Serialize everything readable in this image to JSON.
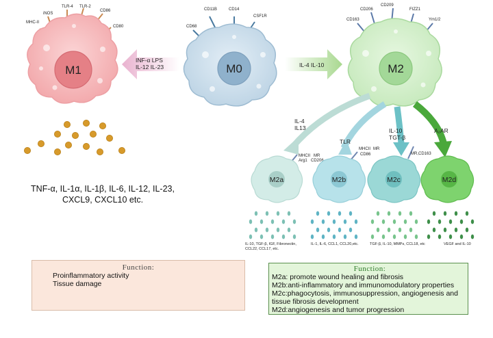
{
  "cells": {
    "m0": {
      "label": "M0",
      "markers": [
        "CD11B",
        "CD14",
        "CSF1R",
        "CD68"
      ]
    },
    "m1": {
      "label": "M1",
      "markers": [
        "iNOS",
        "TLR-4",
        "TLR-2",
        "CD86",
        "MHC-II",
        "CD80"
      ]
    },
    "m2": {
      "label": "M2",
      "markers": [
        "CD206",
        "CD209",
        "FIZZ1",
        "CD163",
        "Ym1/2"
      ]
    },
    "m2a": {
      "label": "M2a",
      "markers": [
        "MHCII",
        "MR",
        "Arg1",
        "CD206"
      ]
    },
    "m2b": {
      "label": "M2b",
      "markers": [
        "MHCII",
        "MR",
        "CD86"
      ]
    },
    "m2c": {
      "label": "M2c",
      "markers": [
        "MR,CD163"
      ]
    },
    "m2d": {
      "label": "M2d",
      "markers": []
    }
  },
  "arrows": {
    "to_m1": {
      "lines": [
        "INF-α  LPS",
        "IL-12  IL-23"
      ]
    },
    "to_m2": {
      "lines": [
        "IL-4  IL-10"
      ]
    },
    "to_m2a": {
      "lines": [
        "IL-4",
        "IL13"
      ]
    },
    "to_m2b": {
      "lines": [
        "TLR"
      ]
    },
    "to_m2c": {
      "lines": [
        "IL-10",
        "TGT-β"
      ]
    },
    "to_m2d": {
      "lines": [
        "A₂AR"
      ]
    }
  },
  "secretions": {
    "m1_cytokines": [
      "TNF-α, IL-1α, IL-1β, IL-6, IL-12, IL-23,",
      "CXCL9, CXCL10 etc."
    ],
    "m2a": [
      "IL-10, TGF-β, IGF, Fibronectin,",
      "CCL22, CCL17, etc."
    ],
    "m2b": [
      "IL-1, IL-6, CCL1, CCL20,etc."
    ],
    "m2c": [
      "TGF-β, IL-10, MMPs, CCL18, etc"
    ],
    "m2d": [
      "VEGF and IL-10"
    ]
  },
  "functions": {
    "m1": {
      "title": "Function:",
      "lines": [
        "Proinflammatory activity",
        "Tissue damage"
      ]
    },
    "m2": {
      "title": "Function:",
      "lines": [
        "M2a: promote wound healing and fibrosis",
        "M2b:anti-inflammatory and immunomodulatory properties",
        "M2c:phagocytosis, immunosuppression, angiogenesis and",
        "tissue fibrosis development",
        "M2d:angiogenesis and tumor progression"
      ]
    }
  },
  "colors": {
    "m0_fill": "#cfe0ec",
    "m0_nucleus": "#8fb1cc",
    "m1_fill": "#f6b9bb",
    "m1_nucleus": "#e07c83",
    "m2_fill": "#d6f0cf",
    "m2_nucleus": "#9fd493",
    "m2a_fill": "#d3ece7",
    "m2b_fill": "#b7e2ea",
    "m2c_fill": "#9bd8d6",
    "m2d_fill": "#7ed36e",
    "m1_box": "#fbe7dc",
    "m2_box": "#e3f5da"
  }
}
